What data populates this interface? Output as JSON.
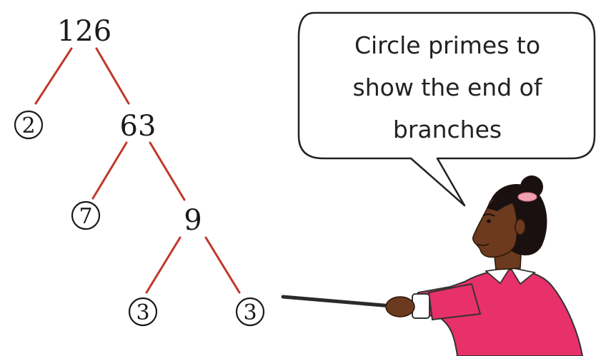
{
  "factor_tree": {
    "root": "126",
    "level1": {
      "prime": "2",
      "composite": "63"
    },
    "level2": {
      "prime": "7",
      "composite": "9"
    },
    "level3": {
      "prime_left": "3",
      "prime_right": "3"
    }
  },
  "speech_bubble": {
    "lines": [
      "Circle primes to",
      "show the end of",
      "branches"
    ]
  },
  "colors": {
    "branch": "#c0392b",
    "sweater": "#e8306a",
    "skin": "#6b3a1f",
    "hair": "#1a1010",
    "hair_tie": "#f0a0b0"
  }
}
